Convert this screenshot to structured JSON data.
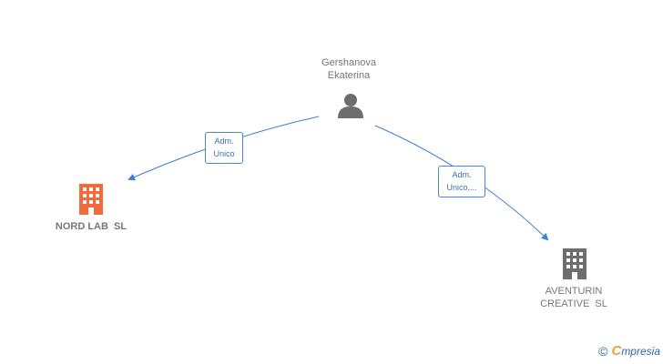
{
  "person": {
    "name_line1": "Gershanova",
    "name_line2": "Ekaterina",
    "icon": "person-icon"
  },
  "companies": [
    {
      "label_line1": "NORD LAB  SL",
      "label_line2": "",
      "icon": "building-icon",
      "color": "#f26a3d"
    },
    {
      "label_line1": "AVENTURIN",
      "label_line2": "CREATIVE  SL",
      "icon": "building-icon",
      "color": "#6d6d6d"
    }
  ],
  "edges": [
    {
      "label_line1": "Adm.",
      "label_line2": "Unico"
    },
    {
      "label_line1": "Adm.",
      "label_line2": "Unico,..."
    }
  ],
  "colors": {
    "edge": "#3f7fd6",
    "person": "#6d6d6d"
  },
  "brand": {
    "copyright": "©",
    "letter": "C",
    "name": "mpresia"
  }
}
